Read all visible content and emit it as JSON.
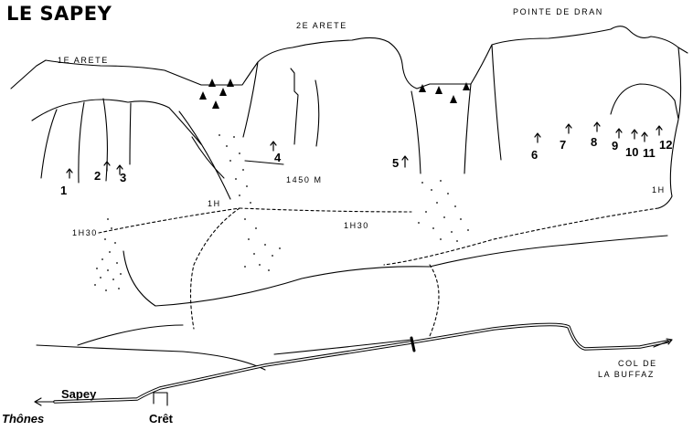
{
  "title": "LE SAPEY",
  "ridges": {
    "first": "1E ARETE",
    "second": "2E ARETE",
    "summit": "POINTE DE DRAN"
  },
  "altitude": "1450 M",
  "times": {
    "t_1h30_left": "1H30",
    "t_1h": "1H",
    "t_1h30_mid": "1H30",
    "t_1h_right": "1H"
  },
  "routes": [
    "1",
    "2",
    "3",
    "4",
    "5",
    "6",
    "7",
    "8",
    "9",
    "10",
    "11",
    "12"
  ],
  "places": {
    "sapey": "Sapey",
    "thones": "Thônes",
    "cret": "Crêt",
    "col_line1": "COL DE",
    "col_line2": "LA BUFFAZ"
  }
}
